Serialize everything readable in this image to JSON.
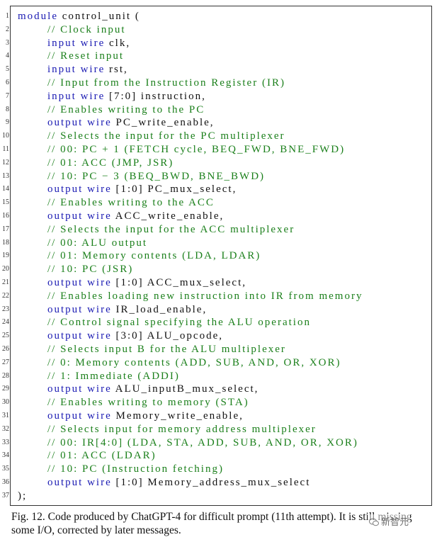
{
  "lines": [
    {
      "n": "1",
      "indent": 0,
      "tokens": [
        {
          "t": "kw",
          "v": "module"
        },
        {
          "t": "tx",
          "v": " control_unit ("
        }
      ]
    },
    {
      "n": "2",
      "indent": 1,
      "tokens": [
        {
          "t": "cm",
          "v": "// Clock input"
        }
      ]
    },
    {
      "n": "3",
      "indent": 1,
      "tokens": [
        {
          "t": "kw",
          "v": "input wire"
        },
        {
          "t": "tx",
          "v": " clk,"
        }
      ]
    },
    {
      "n": "4",
      "indent": 1,
      "tokens": [
        {
          "t": "cm",
          "v": "// Reset input"
        }
      ]
    },
    {
      "n": "5",
      "indent": 1,
      "tokens": [
        {
          "t": "kw",
          "v": "input wire"
        },
        {
          "t": "tx",
          "v": " rst,"
        }
      ]
    },
    {
      "n": "6",
      "indent": 1,
      "tokens": [
        {
          "t": "cm",
          "v": "// Input from the Instruction Register (IR)"
        }
      ]
    },
    {
      "n": "7",
      "indent": 1,
      "tokens": [
        {
          "t": "kw",
          "v": "input wire"
        },
        {
          "t": "tx",
          "v": " [7:0] instruction,"
        }
      ]
    },
    {
      "n": "8",
      "indent": 1,
      "tokens": [
        {
          "t": "cm",
          "v": "// Enables writing to the PC"
        }
      ]
    },
    {
      "n": "9",
      "indent": 1,
      "tokens": [
        {
          "t": "kw",
          "v": "output wire"
        },
        {
          "t": "tx",
          "v": " PC_write_enable,"
        }
      ]
    },
    {
      "n": "10",
      "indent": 1,
      "tokens": [
        {
          "t": "cm",
          "v": "// Selects the input for the PC multiplexer"
        }
      ]
    },
    {
      "n": "11",
      "indent": 1,
      "tokens": [
        {
          "t": "cm",
          "v": "// 00: PC + 1 (FETCH cycle, BEQ_FWD, BNE_FWD)"
        }
      ]
    },
    {
      "n": "12",
      "indent": 1,
      "tokens": [
        {
          "t": "cm",
          "v": "// 01: ACC (JMP, JSR)"
        }
      ]
    },
    {
      "n": "13",
      "indent": 1,
      "tokens": [
        {
          "t": "cm",
          "v": "// 10: PC − 3 (BEQ_BWD, BNE_BWD)"
        }
      ]
    },
    {
      "n": "14",
      "indent": 1,
      "tokens": [
        {
          "t": "kw",
          "v": "output wire"
        },
        {
          "t": "tx",
          "v": " [1:0] PC_mux_select,"
        }
      ]
    },
    {
      "n": "15",
      "indent": 1,
      "tokens": [
        {
          "t": "cm",
          "v": "// Enables writing to the ACC"
        }
      ]
    },
    {
      "n": "16",
      "indent": 1,
      "tokens": [
        {
          "t": "kw",
          "v": "output wire"
        },
        {
          "t": "tx",
          "v": " ACC_write_enable,"
        }
      ]
    },
    {
      "n": "17",
      "indent": 1,
      "tokens": [
        {
          "t": "cm",
          "v": "// Selects the input for the ACC multiplexer"
        }
      ]
    },
    {
      "n": "18",
      "indent": 1,
      "tokens": [
        {
          "t": "cm",
          "v": "// 00: ALU output"
        }
      ]
    },
    {
      "n": "19",
      "indent": 1,
      "tokens": [
        {
          "t": "cm",
          "v": "// 01: Memory contents (LDA, LDAR)"
        }
      ]
    },
    {
      "n": "20",
      "indent": 1,
      "tokens": [
        {
          "t": "cm",
          "v": "// 10: PC (JSR)"
        }
      ]
    },
    {
      "n": "21",
      "indent": 1,
      "tokens": [
        {
          "t": "kw",
          "v": "output wire"
        },
        {
          "t": "tx",
          "v": " [1:0] ACC_mux_select,"
        }
      ]
    },
    {
      "n": "22",
      "indent": 1,
      "tokens": [
        {
          "t": "cm",
          "v": "// Enables loading new instruction into IR from memory"
        }
      ]
    },
    {
      "n": "23",
      "indent": 1,
      "tokens": [
        {
          "t": "kw",
          "v": "output wire"
        },
        {
          "t": "tx",
          "v": " IR_load_enable,"
        }
      ]
    },
    {
      "n": "24",
      "indent": 1,
      "tokens": [
        {
          "t": "cm",
          "v": "// Control signal specifying the ALU operation"
        }
      ]
    },
    {
      "n": "25",
      "indent": 1,
      "tokens": [
        {
          "t": "kw",
          "v": "output wire"
        },
        {
          "t": "tx",
          "v": " [3:0] ALU_opcode,"
        }
      ]
    },
    {
      "n": "26",
      "indent": 1,
      "tokens": [
        {
          "t": "cm",
          "v": "// Selects input B for the ALU multiplexer"
        }
      ]
    },
    {
      "n": "27",
      "indent": 1,
      "tokens": [
        {
          "t": "cm",
          "v": "// 0: Memory contents (ADD, SUB, AND, OR, XOR)"
        }
      ]
    },
    {
      "n": "28",
      "indent": 1,
      "tokens": [
        {
          "t": "cm",
          "v": "// 1: Immediate (ADDI)"
        }
      ]
    },
    {
      "n": "29",
      "indent": 1,
      "tokens": [
        {
          "t": "kw",
          "v": "output wire"
        },
        {
          "t": "tx",
          "v": " ALU_inputB_mux_select,"
        }
      ]
    },
    {
      "n": "30",
      "indent": 1,
      "tokens": [
        {
          "t": "cm",
          "v": "// Enables writing to memory (STA)"
        }
      ]
    },
    {
      "n": "31",
      "indent": 1,
      "tokens": [
        {
          "t": "kw",
          "v": "output wire"
        },
        {
          "t": "tx",
          "v": " Memory_write_enable,"
        }
      ]
    },
    {
      "n": "32",
      "indent": 1,
      "tokens": [
        {
          "t": "cm",
          "v": "// Selects input for memory address multiplexer"
        }
      ]
    },
    {
      "n": "33",
      "indent": 1,
      "tokens": [
        {
          "t": "cm",
          "v": "// 00: IR[4:0] (LDA, STA, ADD, SUB, AND, OR, XOR)"
        }
      ]
    },
    {
      "n": "34",
      "indent": 1,
      "tokens": [
        {
          "t": "cm",
          "v": "// 01: ACC (LDAR)"
        }
      ]
    },
    {
      "n": "35",
      "indent": 1,
      "tokens": [
        {
          "t": "cm",
          "v": "// 10: PC (Instruction fetching)"
        }
      ]
    },
    {
      "n": "36",
      "indent": 1,
      "tokens": [
        {
          "t": "kw",
          "v": "output wire"
        },
        {
          "t": "tx",
          "v": " [1:0] Memory_address_mux_select"
        }
      ]
    },
    {
      "n": "37",
      "indent": 0,
      "tokens": [
        {
          "t": "tx",
          "v": ");"
        }
      ]
    }
  ],
  "caption": "Fig. 12.  Code produced by ChatGPT-4 for difficult prompt (11th attempt). It is still missing some I/O, corrected by later messages.",
  "watermark": "新智元",
  "colors": {
    "keyword": "#1b1bb3",
    "comment": "#1a7f1a",
    "text": "#111111"
  }
}
